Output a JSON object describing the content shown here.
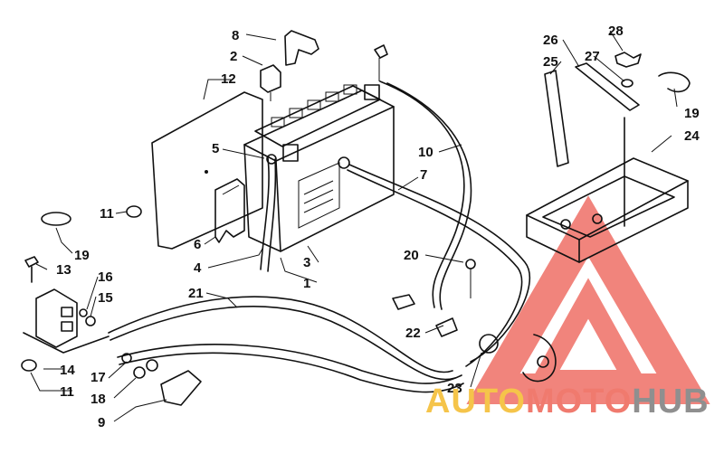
{
  "diagram": {
    "callouts": [
      "1",
      "2",
      "3",
      "4",
      "5",
      "6",
      "7",
      "8",
      "9",
      "10",
      "11",
      "12",
      "13",
      "14",
      "15",
      "16",
      "17",
      "18",
      "19",
      "20",
      "21",
      "22",
      "23",
      "24",
      "25",
      "26",
      "27",
      "28"
    ],
    "callout_11_second": "11",
    "callout_19_second": "19"
  },
  "watermark": {
    "word1": "AUTO",
    "word2": "MOTO",
    "word3": "HUB",
    "colors": {
      "auto": "#f5c44a",
      "moto": "#f07a6e",
      "hub": "#8f8f8f",
      "triangle": "#ef6f66"
    }
  }
}
